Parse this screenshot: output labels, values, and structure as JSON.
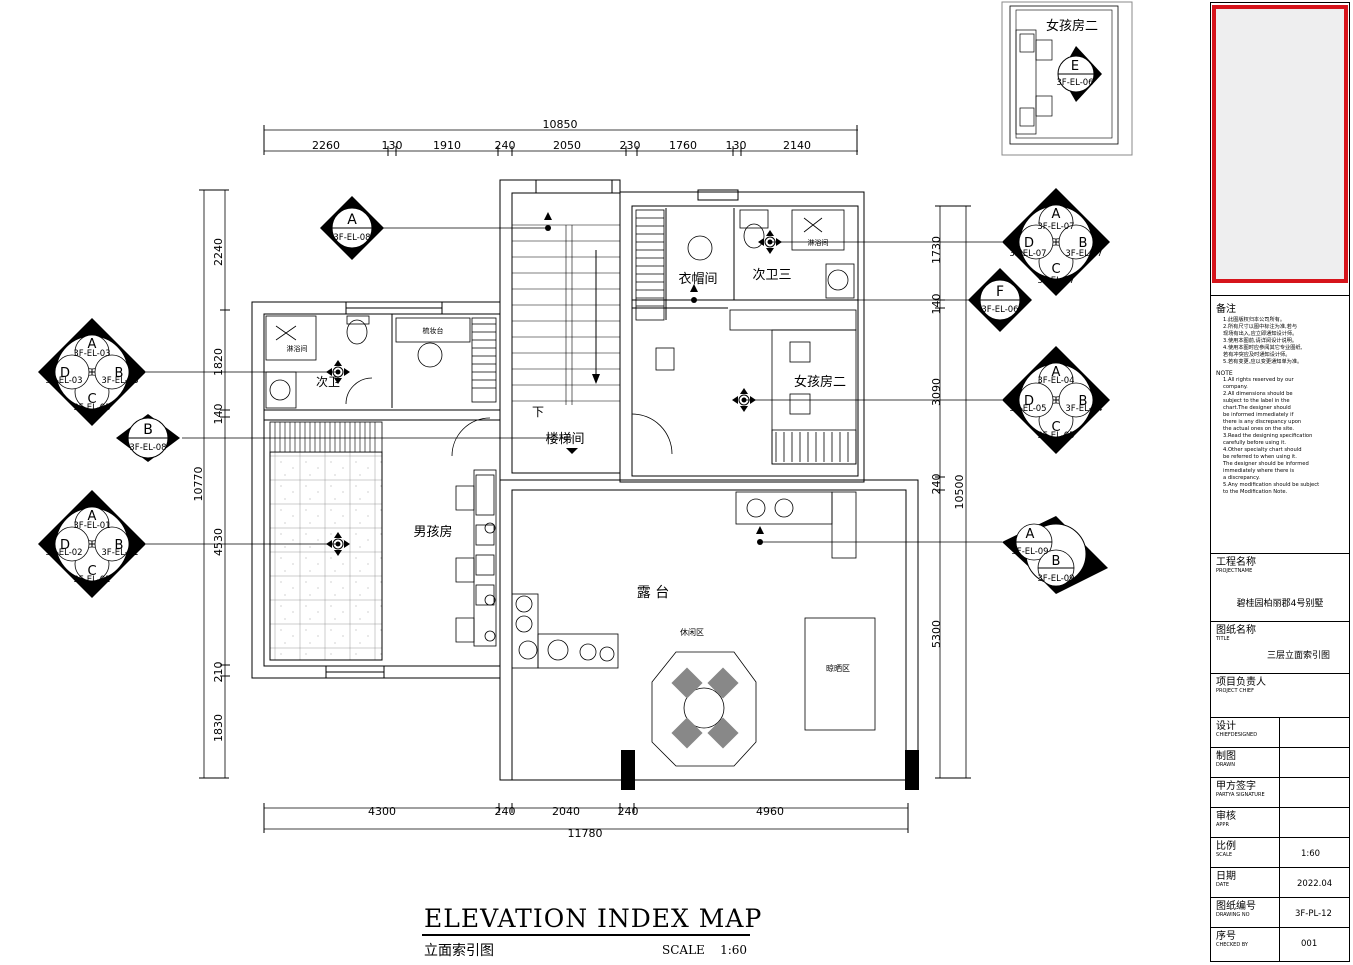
{
  "drawing": {
    "title_en": "ELEVATION INDEX MAP",
    "title_cn": "立面索引图",
    "scale_label": "SCALE",
    "scale_value": "1:60"
  },
  "dimensions": {
    "top_total": "10850",
    "top_segments": [
      "2260",
      "130",
      "1910",
      "240",
      "2050",
      "230",
      "1760",
      "130",
      "2140"
    ],
    "bottom_total": "11780",
    "bottom_segments": [
      "4300",
      "240",
      "2040",
      "240",
      "4960"
    ],
    "left_total": "10770",
    "left_segments": [
      "2240",
      "1820",
      "140",
      "4530",
      "210",
      "1830"
    ],
    "right_total": "10500",
    "right_segments": [
      "1730",
      "140",
      "3090",
      "240",
      "5300"
    ]
  },
  "rooms": {
    "cloakroom": "衣帽间",
    "bath3": "次卫三",
    "girl_room2": "女孩房二",
    "stair": "楼梯间",
    "down": "下",
    "boy_room": "男孩房",
    "terrace": "露 台",
    "bath2": "次卫",
    "leisure": "休闲区",
    "drying": "晾晒区",
    "shower": "淋浴间",
    "wash_counter": "梳妆台",
    "inset_room": "女孩房二"
  },
  "markers": {
    "m_a08": {
      "letter": "A",
      "code": "3F-EL-08"
    },
    "m_b08": {
      "letter": "B",
      "code": "3F-EL-08"
    },
    "m_f06": {
      "letter": "F",
      "code": "3F-EL-06"
    },
    "m_e06": {
      "letter": "E",
      "code": "3F-EL-06"
    },
    "m_07": {
      "a": "3F-EL-07",
      "b": "3F-EL-07",
      "c": "3F-EL-07",
      "d": "3F-EL-07"
    },
    "m_03": {
      "a": "3F-EL-03",
      "b": "3F-EL-03",
      "c": "3F-EL-03",
      "d": "3F-EL-03"
    },
    "m_0405": {
      "a": "3F-EL-04",
      "b": "3F-EL-04",
      "c": "3F-EL-05",
      "d": "3F-EL-05"
    },
    "m_0102": {
      "a": "3F-EL-01",
      "b": "3F-EL-01",
      "c": "3F-EL-02",
      "d": "3F-EL-02"
    },
    "m_09": {
      "a": "3F-EL-09",
      "b": "3F-EL-09"
    }
  },
  "titleblock": {
    "notes_cn_head": "备注",
    "notes_cn": [
      "1.此图版权归本公司所有。",
      "2.所有尺寸以图中标注为准,若与",
      "  现场有出入,应立即通知设计师。",
      "3.使用本图前,请详阅设计说明。",
      "4.使用本图时应参阅其它专业图纸,",
      "  若有冲突应及时通知设计师。",
      "5.若有变更,应以变更通知单为准。"
    ],
    "notes_en_head": "NOTE",
    "notes_en": [
      "1.All rights reserved by our",
      "  company.",
      "2.All dimensions should be",
      "  subject to the label in the",
      "  chart.The designer  should",
      "  be informed immediately if",
      "  there is any discrepancy upon",
      "  the actual ones on the site.",
      "3.Read the designing specification",
      "  carefully before using  it.",
      "4.Other specialty chart should",
      "  be referred to when using  it.",
      "  The designer  should  be informed",
      "  immediately where there is",
      "  a discrepancy.",
      "5.Any modification should be subject",
      "  to the Modification Note."
    ],
    "project_label": "工程名称",
    "project_label_en": "PROJECTNAME",
    "project_value": "碧桂园柏丽郡4号别墅",
    "title_label": "图纸名称",
    "title_label_en": "TITLE",
    "title_value": "三层立面索引图",
    "chief_label": "项目负责人",
    "chief_label_en": "PROJECT CHIEF",
    "design_label": "设计",
    "design_label_en": "CHIEFDESIGNED",
    "drawn_label": "制图",
    "drawn_label_en": "DRAWN",
    "sign_label": "甲方签字",
    "sign_label_en": "PARTYA SIGNATURE",
    "approve_label": "审核",
    "approve_label_en": "APPR",
    "scale_label": "比例",
    "scale_label_en": "SCALE",
    "scale_value": "1:60",
    "date_label": "日期",
    "date_label_en": "DATE",
    "date_value": "2022.04",
    "no_label": "图纸编号",
    "no_label_en": "DRAWING NO",
    "no_value": "3F-PL-12",
    "seq_label": "序号",
    "seq_label_en": "CHECKED BY",
    "seq_value": "001"
  }
}
